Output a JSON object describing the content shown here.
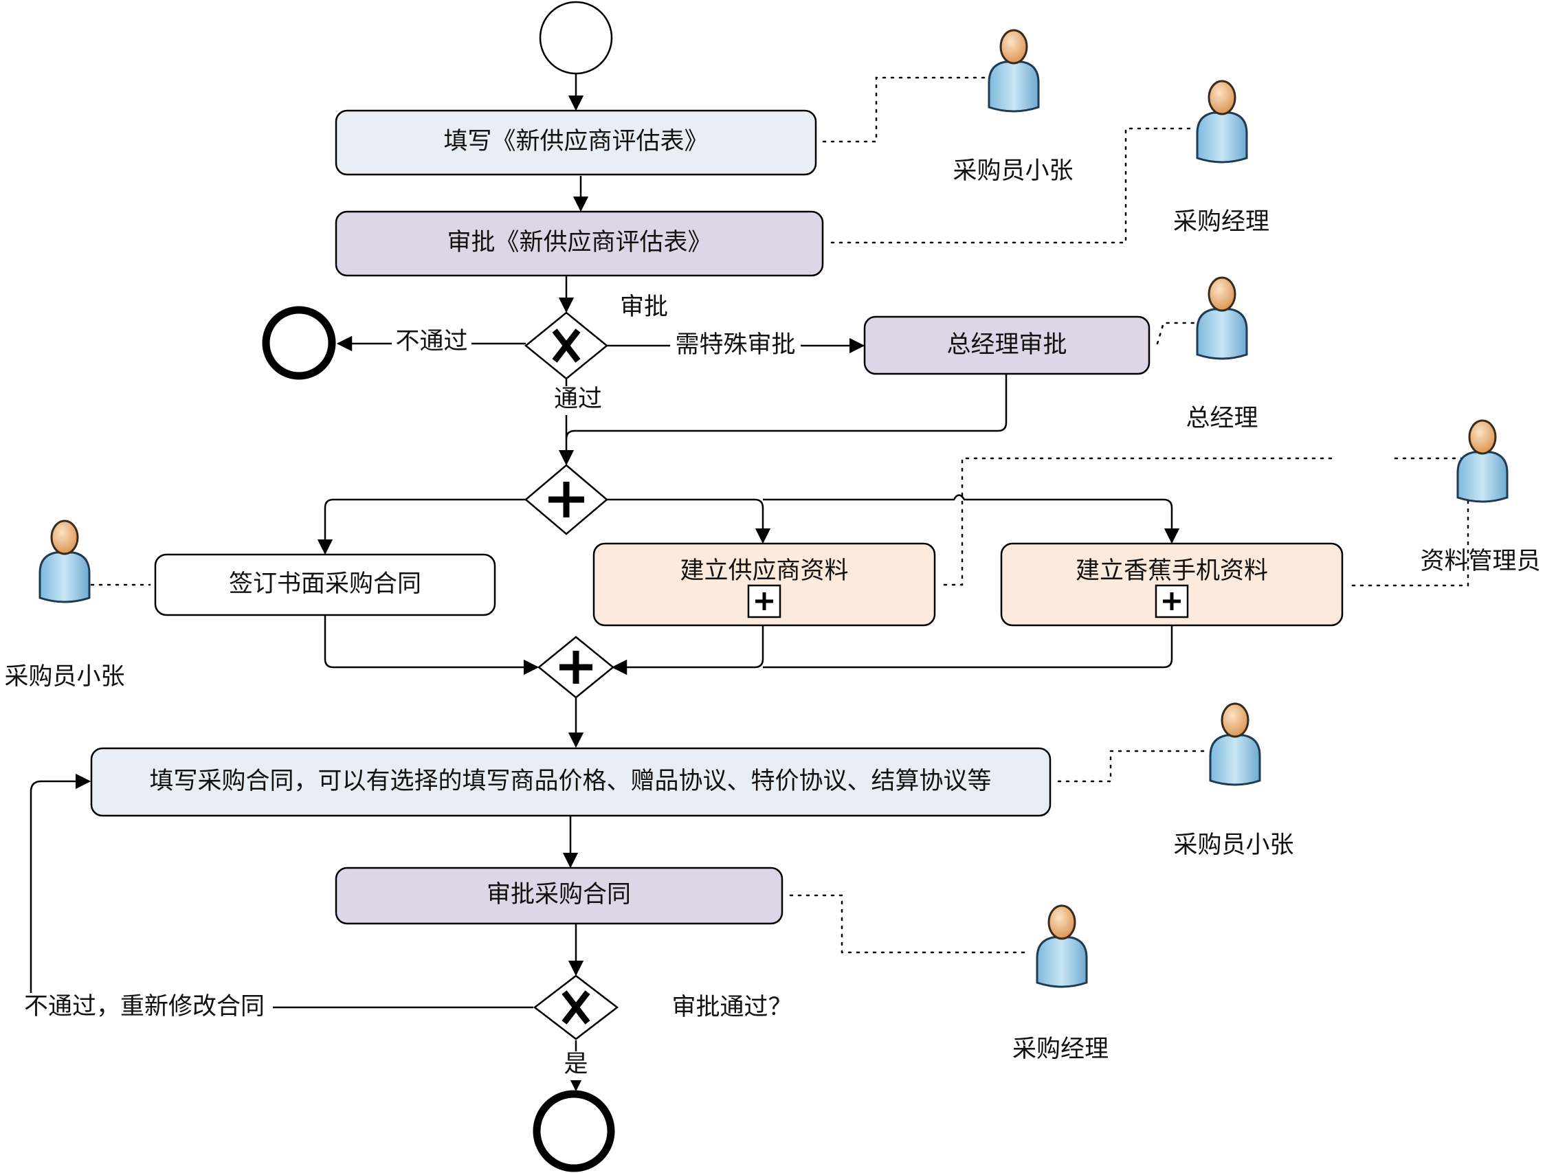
{
  "colors": {
    "task_blue": "#e8eef5",
    "task_purple": "#dcd6e6",
    "task_white": "#ffffff",
    "task_peach": "#fcebdd",
    "stroke": "#000000",
    "person_head": "#eab07c",
    "person_body": "#9fd0ea"
  },
  "tasks": {
    "fill_eval_form": "填写《新供应商评估表》",
    "approve_eval_form": "审批《新供应商评估表》",
    "gm_approve": "总经理审批",
    "sign_contract": "签订书面采购合同",
    "create_supplier_info": "建立供应商资料",
    "create_banana_phone_info": "建立香蕉手机资料",
    "fill_contract": "填写采购合同，可以有选择的填写商品价格、赠品协议、特价协议、结算协议等",
    "approve_contract": "审批采购合同"
  },
  "gateway_labels": {
    "approve": "审批",
    "reject": "不通过",
    "special": "需特殊审批",
    "pass": "通过",
    "contract_question": "审批通过？",
    "reject_rewrite": "不通过，重新修改合同",
    "yes": "是"
  },
  "roles": {
    "buyer_zhang_1": "采购员小张",
    "purchase_manager_1": "采购经理",
    "general_manager": "总经理",
    "data_admin": "资料管理员",
    "buyer_zhang_2": "采购员小张",
    "buyer_zhang_3": "采购员小张",
    "purchase_manager_2": "采购经理"
  },
  "icons": {
    "gateway_exclusive": "x-gateway-icon",
    "gateway_parallel": "plus-gateway-icon",
    "subprocess_marker": "plus-box-icon",
    "person": "person-icon"
  }
}
